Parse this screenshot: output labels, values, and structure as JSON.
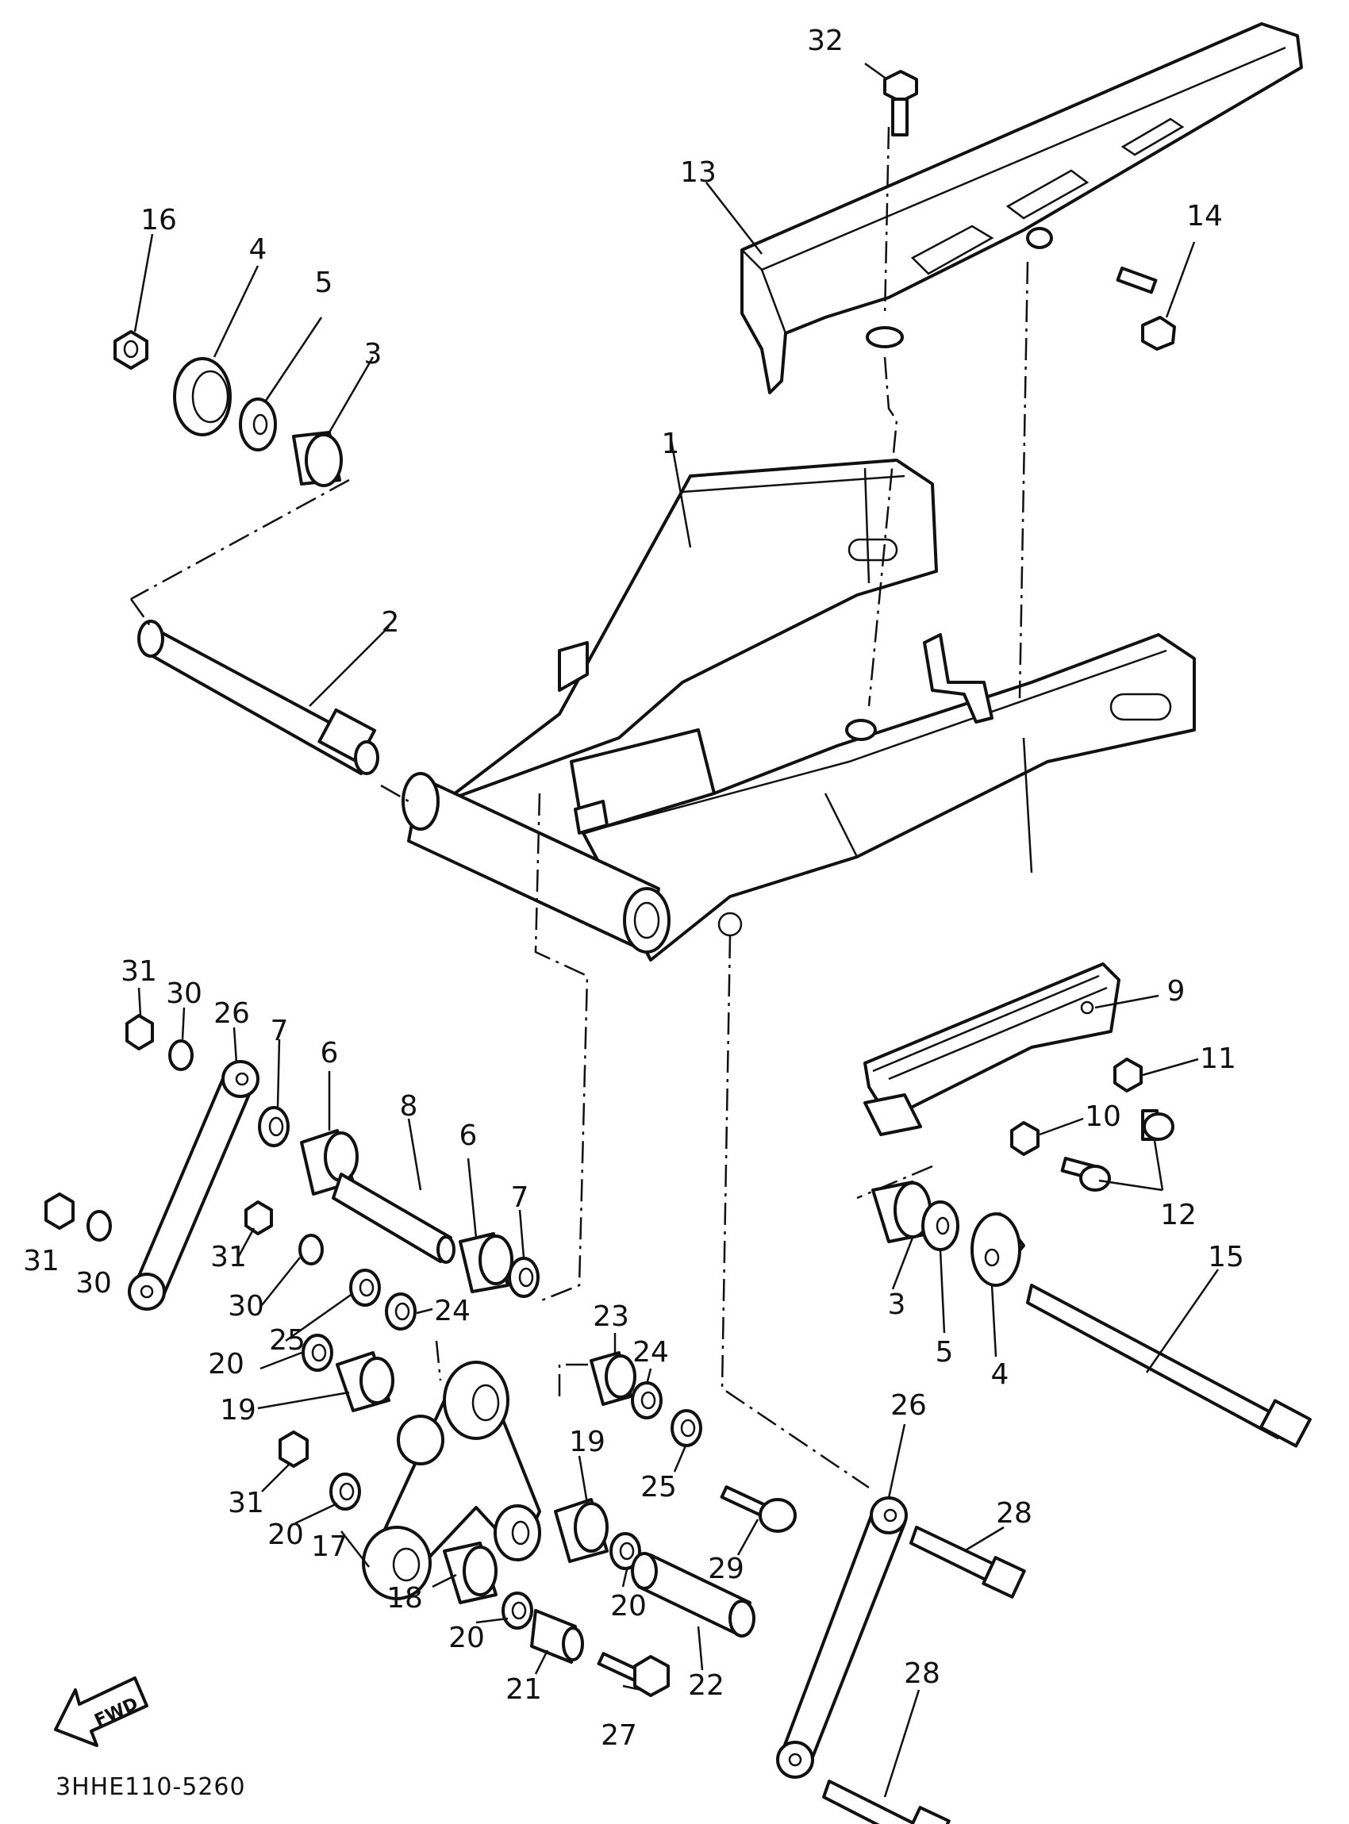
{
  "diagram": {
    "part_code": "3HHE110-5260",
    "fwd_label": "FWD",
    "colors": {
      "ink": "#111111",
      "paper": "#ffffff"
    },
    "callouts": [
      {
        "id": "c32",
        "label": "32"
      },
      {
        "id": "c13",
        "label": "13"
      },
      {
        "id": "c14",
        "label": "14"
      },
      {
        "id": "c16",
        "label": "16"
      },
      {
        "id": "c4a",
        "label": "4"
      },
      {
        "id": "c5a",
        "label": "5"
      },
      {
        "id": "c3a",
        "label": "3"
      },
      {
        "id": "c1",
        "label": "1"
      },
      {
        "id": "c2",
        "label": "2"
      },
      {
        "id": "c31a",
        "label": "31"
      },
      {
        "id": "c30a",
        "label": "30"
      },
      {
        "id": "c26a",
        "label": "26"
      },
      {
        "id": "c7a",
        "label": "7"
      },
      {
        "id": "c6a",
        "label": "6"
      },
      {
        "id": "c8",
        "label": "8"
      },
      {
        "id": "c6b",
        "label": "6"
      },
      {
        "id": "c7b",
        "label": "7"
      },
      {
        "id": "c9",
        "label": "9"
      },
      {
        "id": "c11",
        "label": "11"
      },
      {
        "id": "c10",
        "label": "10"
      },
      {
        "id": "c12",
        "label": "12"
      },
      {
        "id": "c31b",
        "label": "31"
      },
      {
        "id": "c30b",
        "label": "30"
      },
      {
        "id": "c31c",
        "label": "31"
      },
      {
        "id": "c30c",
        "label": "30"
      },
      {
        "id": "c25a",
        "label": "25"
      },
      {
        "id": "c24a",
        "label": "24"
      },
      {
        "id": "c3b",
        "label": "3"
      },
      {
        "id": "c5b",
        "label": "5"
      },
      {
        "id": "c4b",
        "label": "4"
      },
      {
        "id": "c15",
        "label": "15"
      },
      {
        "id": "c23",
        "label": "23"
      },
      {
        "id": "c24b",
        "label": "24"
      },
      {
        "id": "c20a",
        "label": "20"
      },
      {
        "id": "c19a",
        "label": "19"
      },
      {
        "id": "c19b",
        "label": "19"
      },
      {
        "id": "c25b",
        "label": "25"
      },
      {
        "id": "c26b",
        "label": "26"
      },
      {
        "id": "c31d",
        "label": "31"
      },
      {
        "id": "c20b",
        "label": "20"
      },
      {
        "id": "c17",
        "label": "17"
      },
      {
        "id": "c29",
        "label": "29"
      },
      {
        "id": "c28a",
        "label": "28"
      },
      {
        "id": "c18",
        "label": "18"
      },
      {
        "id": "c20c",
        "label": "20"
      },
      {
        "id": "c20d",
        "label": "20"
      },
      {
        "id": "c21",
        "label": "21"
      },
      {
        "id": "c22",
        "label": "22"
      },
      {
        "id": "c27",
        "label": "27"
      },
      {
        "id": "c28b",
        "label": "28"
      }
    ]
  }
}
